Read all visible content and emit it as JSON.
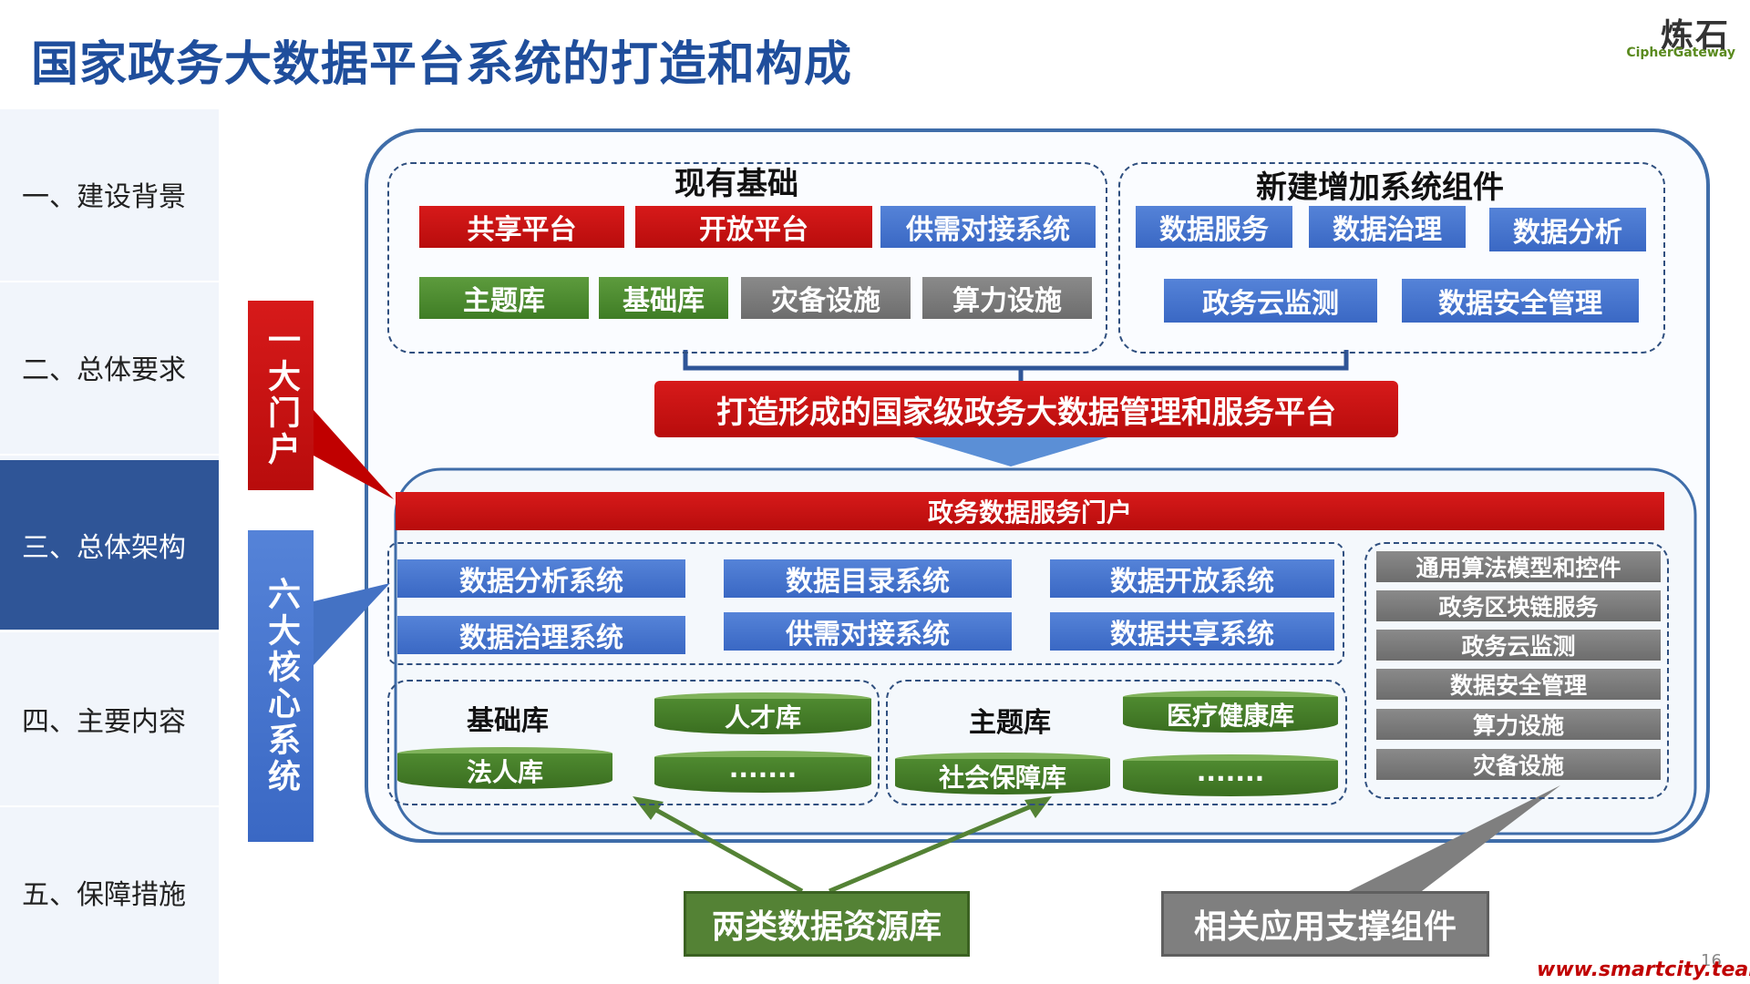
{
  "header": {
    "title": "国家政务大数据平台系统的打造和构成"
  },
  "logo": {
    "cn": "炼石",
    "en": "CipherGateway"
  },
  "sidebar": {
    "items": [
      {
        "label": "一、建设背景"
      },
      {
        "label": "二、总体要求"
      },
      {
        "label": "三、总体架构"
      },
      {
        "label": "四、主要内容"
      },
      {
        "label": "五、保障措施"
      }
    ],
    "active_index": 2
  },
  "callouts": {
    "portal_label": "一大门户",
    "core_label": "六大核心系统"
  },
  "existing": {
    "title": "现有基础",
    "row1": [
      "共享平台",
      "开放平台",
      "供需对接系统"
    ],
    "row2": [
      "主题库",
      "基础库",
      "灾备设施",
      "算力设施"
    ]
  },
  "new_components": {
    "title": "新建增加系统组件",
    "row1": [
      "数据服务",
      "数据治理",
      "数据分析"
    ],
    "row2": [
      "政务云监测",
      "数据安全管理"
    ]
  },
  "platform_banner": "打造形成的国家级政务大数据管理和服务平台",
  "portal_bar": "政务数据服务门户",
  "core_systems": [
    "数据分析系统",
    "数据目录系统",
    "数据开放系统",
    "数据治理系统",
    "供需对接系统",
    "数据共享系统"
  ],
  "basic_db": {
    "title": "基础库",
    "items": [
      "人才库",
      "法人库",
      "·······"
    ]
  },
  "theme_db": {
    "title": "主题库",
    "items": [
      "医疗健康库",
      "社会保障库",
      "·······"
    ]
  },
  "support_components": [
    "通用算法模型和控件",
    "政务区块链服务",
    "政务云监测",
    "数据安全管理",
    "算力设施",
    "灾备设施"
  ],
  "bottom": {
    "data_resources": "两类数据资源库",
    "support": "相关应用支撑组件"
  },
  "footer": {
    "website": "www.smartcity.team",
    "page_number": "16"
  },
  "colors": {
    "title": "#1f4e9c",
    "red": "#c00000",
    "blue": "#4472c4",
    "green": "#548235",
    "gray": "#7f7f7f",
    "active": "#2f5597"
  }
}
